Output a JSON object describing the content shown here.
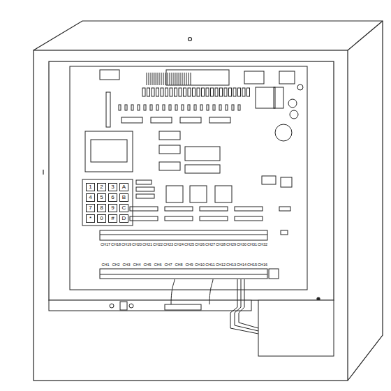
{
  "diagram": {
    "nodes": [
      {
        "text": [
          "1"
        ]
      },
      {
        "text": [
          "2"
        ]
      },
      {
        "text": [
          "3"
        ]
      },
      {
        "text": [
          "A"
        ]
      },
      {
        "text": [
          "4"
        ]
      },
      {
        "text": [
          "5"
        ]
      },
      {
        "text": [
          "6"
        ]
      },
      {
        "text": [
          "B"
        ]
      },
      {
        "text": [
          "7"
        ]
      },
      {
        "text": [
          "8"
        ]
      },
      {
        "text": [
          "9"
        ]
      },
      {
        "text": [
          "C"
        ]
      },
      {
        "text": [
          "*"
        ]
      },
      {
        "text": [
          "0"
        ]
      },
      {
        "text": [
          "#"
        ]
      },
      {
        "text": [
          "D"
        ]
      }
    ],
    "labels": [
      "CH17",
      "CH18",
      "CH19",
      "CH20",
      "CH21",
      "CH22",
      "CH23",
      "CH24",
      "CH25",
      "CH26",
      "CH27",
      "CH28",
      "CH29",
      "CH30",
      "CH31",
      "CH32",
      "CH1",
      "CH2",
      "CH3",
      "CH4",
      "CH5",
      "CH6",
      "CH7",
      "CH8",
      "CH9",
      "CH10",
      "CH11",
      "CH12",
      "CH13",
      "CH14",
      "CH15",
      "CH16"
    ]
  }
}
